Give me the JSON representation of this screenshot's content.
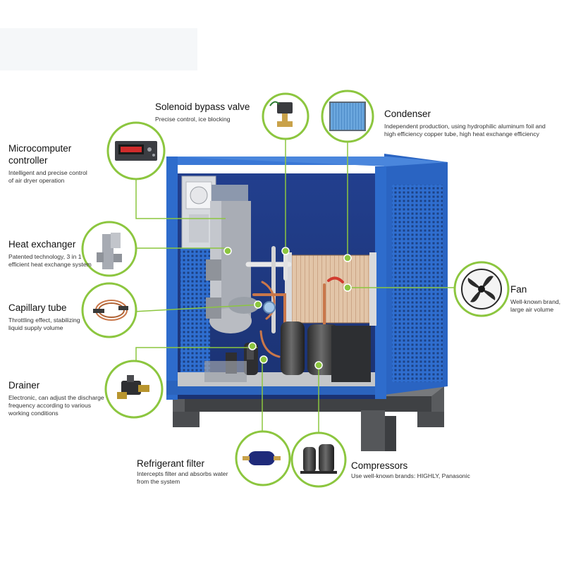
{
  "colors": {
    "cabinet": "#2f6fd1",
    "cabinet_dark": "#1f52a6",
    "base": "#4d4f52",
    "accent": "#8cc63f",
    "leader": "#8cc63f",
    "copper": "#c9774a",
    "background": "#ffffff"
  },
  "components": [
    {
      "key": "microcomputer_controller",
      "icon": "controller-icon",
      "title": "Microcomputer controller",
      "title_lines": [
        "Microcomputer",
        "controller"
      ],
      "desc_lines": [
        "Intelligent and precise control",
        "of air dryer operation"
      ]
    },
    {
      "key": "heat_exchanger",
      "icon": "heat-exchanger-icon",
      "title": "Heat exchanger",
      "desc_lines": [
        "Patented technology, 3 in 1",
        "efficient heat exchange system"
      ]
    },
    {
      "key": "capillary_tube",
      "icon": "capillary-tube-icon",
      "title": "Capillary tube",
      "desc_lines": [
        "Throttling effect, stabilizing",
        "liquid supply volume"
      ]
    },
    {
      "key": "drainer",
      "icon": "drainer-icon",
      "title": "Drainer",
      "desc_lines": [
        "Electronic, can adjust the discharge",
        "frequency according to various",
        "working conditions"
      ]
    },
    {
      "key": "solenoid_bypass_valve",
      "icon": "solenoid-valve-icon",
      "title": "Solenoid bypass valve",
      "desc_lines": [
        "Precise control, ice blocking"
      ]
    },
    {
      "key": "condenser",
      "icon": "condenser-icon",
      "title": "Condenser",
      "desc_lines": [
        "Independent production, using hydrophilic aluminum foil and",
        "high efficiency copper tube, high heat exchange efficiency"
      ]
    },
    {
      "key": "fan",
      "icon": "fan-icon",
      "title": "Fan",
      "desc_lines": [
        "Well-known brand,",
        "large air volume"
      ]
    },
    {
      "key": "refrigerant_filter",
      "icon": "refrigerant-filter-icon",
      "title": "Refrigerant filter",
      "desc_lines": [
        "Intercepts filter and absorbs water",
        "from the system"
      ]
    },
    {
      "key": "compressors",
      "icon": "compressor-icon",
      "title": "Compressors",
      "desc_lines": [
        "Use well-known brands: HIGHLY, Panasonic"
      ]
    }
  ]
}
